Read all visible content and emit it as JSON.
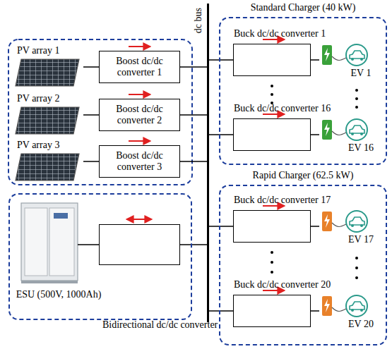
{
  "diagram": {
    "nodes": [
      {
        "text": [
          "PV array 1"
        ]
      },
      {
        "text": [
          "Boost dc/dc converter 1"
        ]
      },
      {
        "text": [
          "PV array 2"
        ]
      },
      {
        "text": [
          "Boost dc/dc converter 2"
        ]
      },
      {
        "text": [
          "PV array 3"
        ]
      },
      {
        "text": [
          "Boost dc/dc converter 3"
        ]
      },
      {
        "text": [
          "ESU (500V, 1000Ah)"
        ]
      },
      {
        "text": [
          "Bidirectional dc/dc converter"
        ],
        "in": 6
      },
      {
        "text": [
          "dc bus"
        ]
      },
      {
        "text": [
          "Standard Charger (40 kW)"
        ]
      },
      {
        "text": [
          "Buck dc/dc converter 1"
        ],
        "in": 9
      },
      {
        "text": [
          "EV 1"
        ],
        "in": 9
      },
      {
        "text": [
          "Buck dc/dc converter 16"
        ],
        "in": 9
      },
      {
        "text": [
          "EV 16"
        ],
        "in": 9
      },
      {
        "text": [
          "Rapid Charger (62.5 kW)"
        ]
      },
      {
        "text": [
          "Buck dc/dc converter 17"
        ],
        "in": 14
      },
      {
        "text": [
          "EV 17"
        ],
        "in": 14
      },
      {
        "text": [
          "Buck dc/dc converter 20"
        ],
        "in": 14
      },
      {
        "text": [
          "EV 20"
        ],
        "in": 14
      }
    ],
    "edges": [
      {
        "from": 0,
        "to": 1,
        "arrow": "none"
      },
      {
        "from": 2,
        "to": 3,
        "arrow": "none"
      },
      {
        "from": 4,
        "to": 5,
        "arrow": "none"
      },
      {
        "from": 1,
        "to": 8,
        "arrow": "none"
      },
      {
        "from": 3,
        "to": 8,
        "arrow": "none"
      },
      {
        "from": 5,
        "to": 8,
        "arrow": "none"
      },
      {
        "from": 7,
        "to": 8,
        "arrow": "none"
      },
      {
        "from": 8,
        "to": 10,
        "arrow": "none"
      },
      {
        "from": 8,
        "to": 12,
        "arrow": "none"
      },
      {
        "from": 8,
        "to": 15,
        "arrow": "none"
      },
      {
        "from": 8,
        "to": 17,
        "arrow": "none"
      },
      {
        "from": 10,
        "to": 11,
        "arrow": "none"
      },
      {
        "from": 12,
        "to": 13,
        "arrow": "none"
      },
      {
        "from": 15,
        "to": 16,
        "arrow": "none"
      },
      {
        "from": 17,
        "to": 18,
        "arrow": "none"
      }
    ]
  }
}
